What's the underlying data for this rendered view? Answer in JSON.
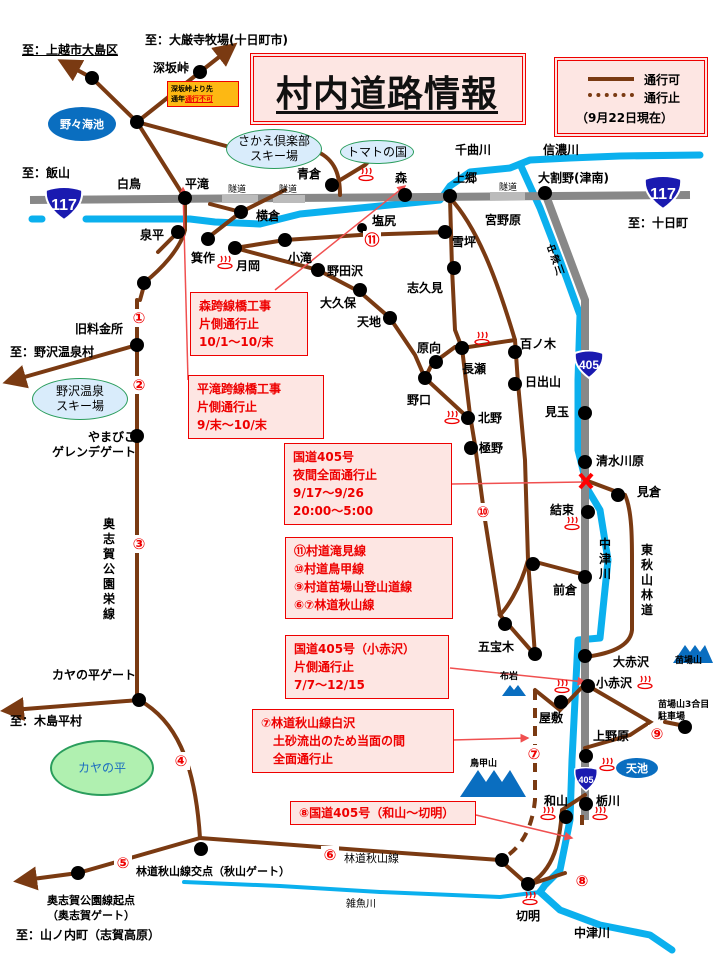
{
  "title": "村内道路情報",
  "legend": {
    "open_label": "通行可",
    "closed_label": "通行止",
    "as_of": "（9月22日現在）",
    "colors": {
      "open": "#7a3a12",
      "closed": "#7a3a12"
    }
  },
  "destinations": {
    "joetsu": "至：上越市大島区",
    "daigenji": "至：大厳寺牧場(十日町市)",
    "iiyama": "至：飯山",
    "tokamachi": "至：十日町",
    "nozawa": "至：野沢温泉村",
    "kijimadaira": "至：木島平村",
    "yamanouchi": "至：山ノ内町（志賀高原）"
  },
  "route_badges": {
    "r117_west": "117",
    "r117_east": "117",
    "r405_north": "405",
    "r405_south": "405"
  },
  "pills": {
    "nonoumi": "野々海池",
    "sakae_ski": "さかえ倶楽部\nスキー場",
    "tomato": "トマトの国",
    "nozawa_ski": "野沢温泉\nスキー場",
    "kayanotaira": "カヤの平",
    "amaike": "天池"
  },
  "warning_box": {
    "line1": "深坂峠より先",
    "line2_prefix": "通年",
    "line2_red": "通行不可"
  },
  "places": {
    "fukasaka": "深坂峠",
    "hakucho": "白鳥",
    "hirataki": "平滝",
    "aokura": "青倉",
    "mori": "森",
    "kamigo": "上郷",
    "oarino": "大割野(津南)",
    "yokokura": "横倉",
    "shiojiri": "塩尻",
    "izumidaira": "泉平",
    "minosaku": "箕作",
    "tsukioka": "月岡",
    "kotaki": "小滝",
    "nodasawa": "野田沢",
    "okubo": "大久保",
    "amachi": "天地",
    "miyanohara": "宮野原",
    "yukitsubo": "雪坪",
    "shikumi": "志久見",
    "haramuki": "原向",
    "nagase": "長瀬",
    "noguchi": "野口",
    "hyakunoki": "百ノ木",
    "hidesan": "日出山",
    "kitano": "北野",
    "gokuno": "極野",
    "mitama": "見玉",
    "shimizukawara": "清水川原",
    "mikura": "見倉",
    "yuitsuka": "結束",
    "maekura": "前倉",
    "gohoki": "五宝木",
    "nunoiwa": "布岩",
    "oakasawa": "大赤沢",
    "koakasawa": "小赤沢",
    "naebasan": "苗場山",
    "naeba_parking": "苗場山3合目\n駐車場",
    "yashiki": "屋敷",
    "uenohara": "上野原",
    "torikabutoyama": "鳥甲山",
    "wayama": "和山",
    "tochikawa": "栃川",
    "kiriake": "切明",
    "kyuryokinsho": "旧料金所",
    "yamabiko": "やまびこ\nゲレンデゲート",
    "kayanotaira_gate": "カヤの平ゲート",
    "rindo_junction": "林道秋山線交点（秋山ゲート）",
    "okushiga_start": "奥志賀公園線起点\n（奥志賀ゲート）",
    "rindo_akiyama": "林道秋山線",
    "tunnel": "隧道"
  },
  "rivers": {
    "chikuma": "千曲川",
    "shinano": "信濃川",
    "nakatsu_north": "中津川",
    "nakatsu_mid": "中津川",
    "nakatsu_south": "中津川",
    "zako": "雑魚川"
  },
  "vertical_roads": {
    "okushiga": "奥志賀公園栄線",
    "higashi_akiyama": "東秋山林道"
  },
  "route_numbers": [
    "①",
    "②",
    "③",
    "④",
    "⑤",
    "⑥",
    "⑦",
    "⑧",
    "⑨",
    "⑩",
    "⑪"
  ],
  "notices": {
    "mori_bridge": [
      "森跨線橋工事",
      "片側通行止",
      "10/1～10/末"
    ],
    "hirataki_bridge": [
      "平滝跨線橋工事",
      "片側通行止",
      "9/末～10/末"
    ],
    "r405_night": [
      "国道405号",
      "夜間全面通行止",
      "9/17～9/26",
      "20:00～5:00"
    ],
    "village_roads": [
      "⑪村道滝見線",
      "⑩村道鳥甲線",
      "⑨村道苗場山登山道線",
      "⑥⑦林道秋山線"
    ],
    "r405_koakasawa": [
      "国道405号（小赤沢）",
      "片側通行止",
      "7/7～12/15"
    ],
    "rindo_shirasawa": [
      "⑦林道秋山線白沢",
      "　土砂流出のため当面の間",
      "　全面通行止"
    ],
    "r405_wayama": [
      "⑧国道405号（和山～切明）"
    ]
  }
}
